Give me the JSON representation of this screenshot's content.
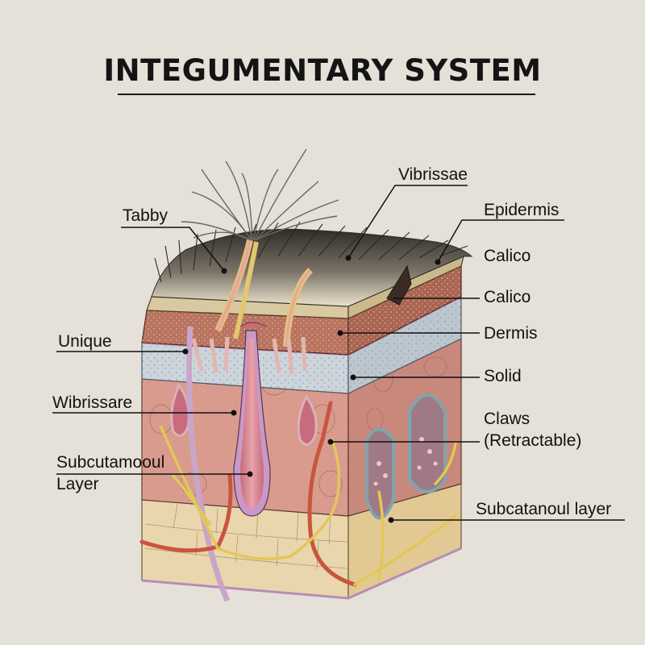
{
  "title": "INTEGUMENTARY SYSTEM",
  "labels": {
    "left": [
      {
        "id": "tabby",
        "text": "Tabby"
      },
      {
        "id": "unique",
        "text": "Unique"
      },
      {
        "id": "wibrissare",
        "text": "Wibrissare"
      },
      {
        "id": "subcutamooul",
        "line1": "Subcutamooul",
        "line2": "Layer"
      }
    ],
    "right": [
      {
        "id": "vibrissae",
        "text": "Vibrissae"
      },
      {
        "id": "epidermis",
        "text": "Epidermis"
      },
      {
        "id": "calico-1",
        "text": "Calico"
      },
      {
        "id": "calico-2",
        "text": "Calico"
      },
      {
        "id": "dermis",
        "text": "Dermis"
      },
      {
        "id": "solid",
        "text": "Solid"
      },
      {
        "id": "claws",
        "line1": "Claws",
        "line2": "(Retractable)"
      },
      {
        "id": "subcatanoul",
        "text": "Subcatanoul layer"
      }
    ]
  },
  "colors": {
    "background": "#e6e1d8",
    "fur_dark": "#3c3935",
    "fur_light": "#e9dfc8",
    "epidermis_band": "#d9c9a0",
    "dermis_upper": "#b8735f",
    "blue_layer": "#cdd5dc",
    "dermis_lower": "#d99a8e",
    "fat_layer": "#ead6ac",
    "nerve": "#e2c757",
    "artery": "#c9553e",
    "vessel_purple": "#c9a6c9"
  }
}
